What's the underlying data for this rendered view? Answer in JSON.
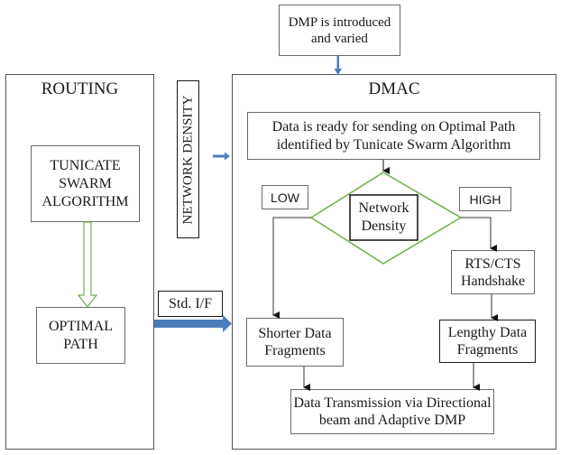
{
  "dmp_box": {
    "line1": "DMP is introduced",
    "line2": "and varied"
  },
  "routing": {
    "title": "ROUTING",
    "tsa": {
      "line1": "TUNICATE",
      "line2": "SWARM",
      "line3": "ALGORITHM"
    },
    "optimal": {
      "line1": "OPTIMAL",
      "line2": "PATH"
    }
  },
  "network_density_label": "NETWORK DENSITY",
  "std_if_label": "Std. I/F",
  "dmac": {
    "title": "DMAC",
    "ready": {
      "line1": "Data is ready for sending on Optimal Path",
      "line2": "identified by Tunicate Swarm Algorithm"
    },
    "decision": {
      "line1": "Network",
      "line2": "Density"
    },
    "low_label": "LOW",
    "high_label": "HIGH",
    "rts": {
      "line1": "RTS/CTS",
      "line2": "Handshake"
    },
    "shorter": {
      "line1": "Shorter Data",
      "line2": "Fragments"
    },
    "lengthy": {
      "line1": "Lengthy Data",
      "line2": "Fragments"
    },
    "transmission": {
      "line1": "Data Transmission via Directional",
      "line2": "beam and Adaptive DMP"
    }
  },
  "colors": {
    "arrow_blue": "#4a7ebb",
    "decision_green": "#70ad47",
    "hollow_arrow_green": "#70ad47"
  }
}
